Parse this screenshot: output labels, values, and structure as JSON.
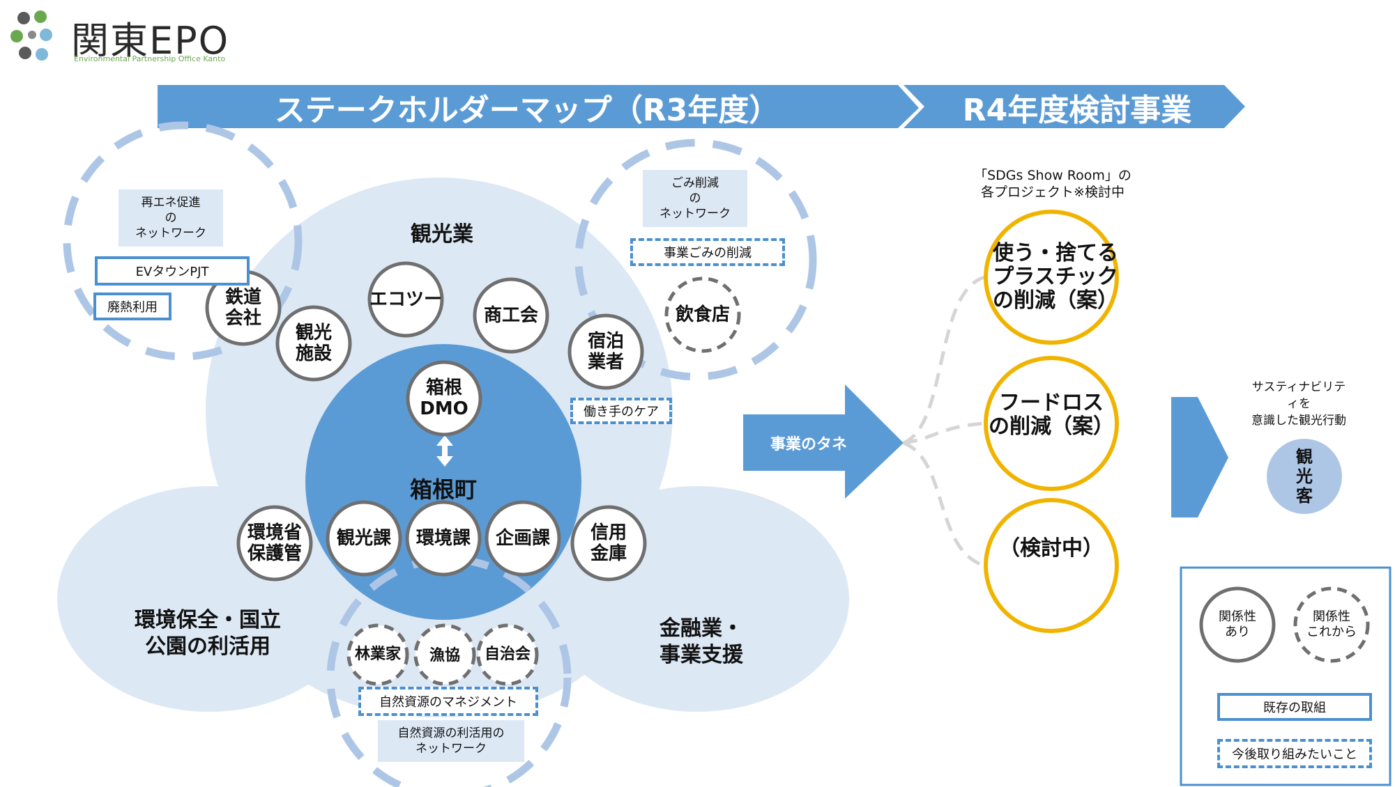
{
  "logo": {
    "name": "関東EPO",
    "subtitle": "Environmental Partnership Office Kanto"
  },
  "banners": {
    "left": "ステークホルダーマップ（R3年度）",
    "right": "R4年度検討事業"
  },
  "map": {
    "center_title": "箱根町",
    "categories": {
      "tourism": "観光業",
      "environment": "環境保全・国立\n公園の利活用",
      "finance": "金融業・\n事業支援"
    },
    "stakeholders": {
      "dmo": "箱根\nDMO",
      "tetsudo": "鉄道\n会社",
      "kanko_shisetsu": "観光\n施設",
      "ecotour": "エコツー",
      "shokokai": "商工会",
      "shukuhaku": "宿泊\n業者",
      "inshokuten": "飲食店",
      "kankyosho": "環境省\n保護管",
      "kanko_ka": "観光課",
      "kankyo_ka": "環境課",
      "kikaku_ka": "企画課",
      "shinyo": "信用\n金庫",
      "ringyoka": "林業家",
      "gyokyo": "漁協",
      "jichikai": "自治会"
    },
    "networks": {
      "energy": "再エネ促進\nの\nネットワーク",
      "waste": "ごみ削減\nの\nネットワーク",
      "nature": "自然資源の利活用の\nネットワーク"
    },
    "initiatives": {
      "ev_town": "EVタウンPJT",
      "waste_heat": "廃熱利用",
      "biz_waste": "事業ごみの削減",
      "worker_care": "働き手のケア",
      "resource_mgmt": "自然資源のマネジメント"
    }
  },
  "seeds_arrow": "事業のタネ",
  "projects": {
    "caption": "「SDGs Show Room」の\n各プロジェクト※検討中",
    "items": [
      "使う・捨てる\nプラスチック\nの削減（案）",
      "フードロス\nの削減（案）",
      "（検討中）"
    ]
  },
  "outcome": {
    "caption": "サスティナビリティを\n意識した観光行動",
    "circle": "観\n光\n客"
  },
  "legend": {
    "existing_relation": "関係性\nあり",
    "future_relation": "関係性\nこれから",
    "existing_initiative": "既存の取組",
    "future_initiative": "今後取り組みたいこと"
  },
  "colors": {
    "banner": "#5b9bd5",
    "cloud": "#dde8f5",
    "center": "#5b9bd5",
    "dashed_ring": "#aec6e6",
    "stakeholder_border": "#6f6f6f",
    "project_border": "#f0b400",
    "box_border": "#4a8fd0",
    "connector": "#d5d5d5",
    "outcome_circle": "#aec6e6"
  }
}
